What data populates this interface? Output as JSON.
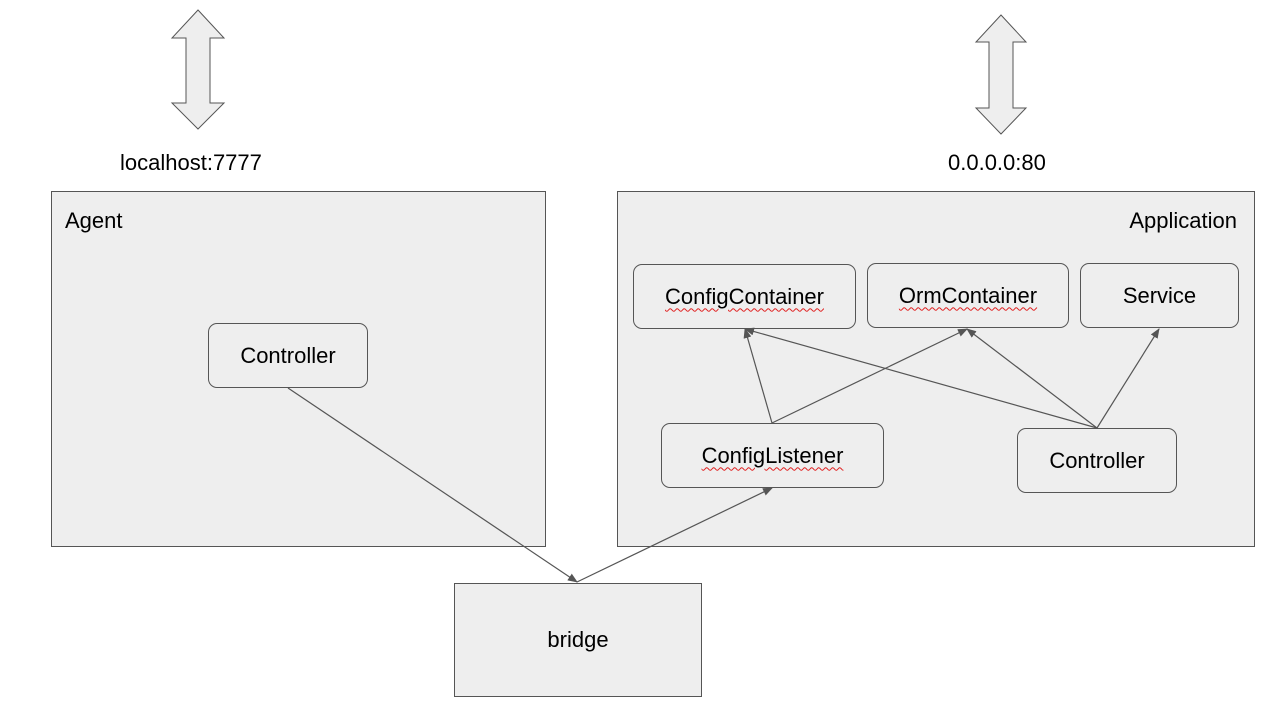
{
  "ports": {
    "agent": "localhost:7777",
    "app": "0.0.0.0:80"
  },
  "agent": {
    "title": "Agent",
    "controller": "Controller"
  },
  "application": {
    "title": "Application",
    "config_container": "ConfigContainer",
    "orm_container": "OrmContainer",
    "service": "Service",
    "config_listener": "ConfigListener",
    "controller": "Controller"
  },
  "bridge": {
    "label": "bridge"
  },
  "colors": {
    "fill": "#eeeeee",
    "stroke": "#555555",
    "spellcheck": "#e02020"
  }
}
